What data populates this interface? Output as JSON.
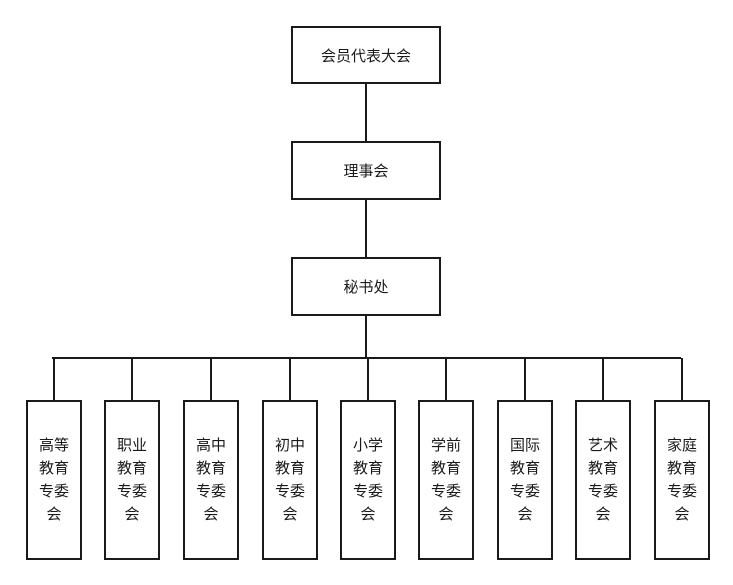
{
  "org": {
    "level1": "会员代表大会",
    "level2": "理事会",
    "level3": "秘书处",
    "committees": [
      "高等教育专委会",
      "职业教育专委会",
      "高中教育专委会",
      "初中教育专委会",
      "小学教育专委会",
      "学前教育专委会",
      "国际教育专委会",
      "艺术教育专委会",
      "家庭教育专委会"
    ]
  },
  "colors": {
    "stroke": "#1a1a1a",
    "background": "#ffffff"
  }
}
